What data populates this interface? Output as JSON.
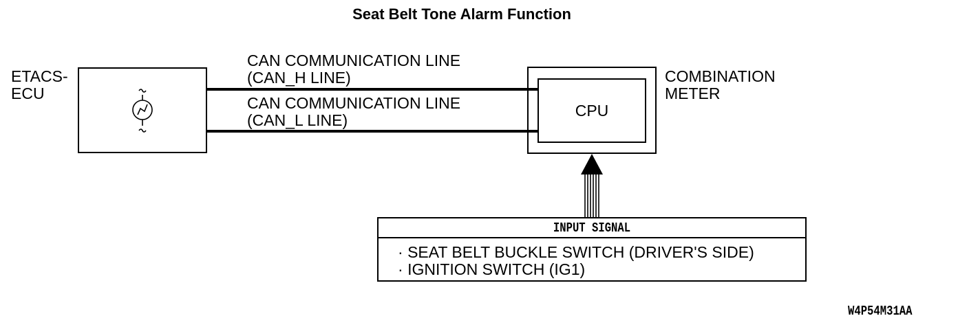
{
  "title": "Seat Belt Tone Alarm Function",
  "etacs": {
    "line1": "ETACS-",
    "line2": "ECU"
  },
  "can_h": {
    "line1": "CAN COMMUNICATION LINE",
    "line2": "(CAN_H LINE)"
  },
  "can_l": {
    "line1": "CAN COMMUNICATION LINE",
    "line2": "(CAN_L LINE)"
  },
  "meter": {
    "line1": "COMBINATION",
    "line2": "METER",
    "cpu": "CPU"
  },
  "input_signal": {
    "header": "INPUT SIGNAL",
    "items": [
      {
        "bullet": "·",
        "text": "SEAT BELT BUCKLE SWITCH (DRIVER'S SIDE)"
      },
      {
        "bullet": "·",
        "text": "IGNITION SWITCH (IG1)"
      }
    ]
  },
  "figure_code": "W4P54M31AA"
}
